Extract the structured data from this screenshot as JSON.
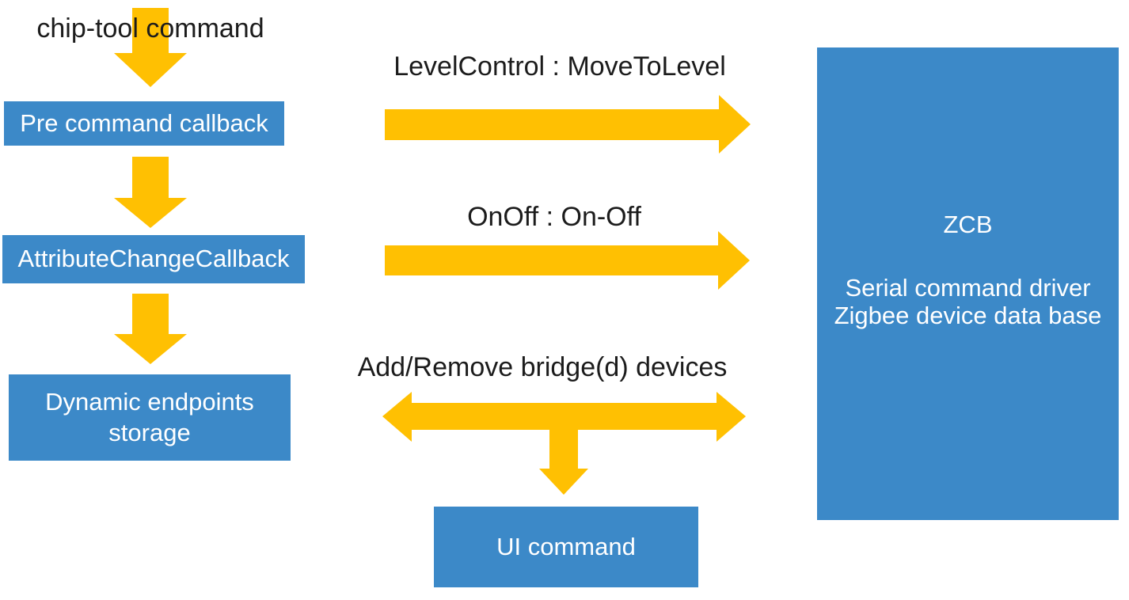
{
  "colors": {
    "box_blue": "#3c89c8",
    "arrow_yellow": "#ffc002",
    "label_black": "#1c1c1c",
    "box_text": "#ffffff"
  },
  "labels": {
    "chip_tool": "chip-tool command",
    "level_control": "LevelControl :  MoveToLevel",
    "onoff": "OnOff :  On-Off",
    "add_remove": "Add/Remove bridge(d) devices"
  },
  "boxes": {
    "pre_command": "Pre command callback",
    "attribute_change": "AttributeChangeCallback",
    "dynamic_endpoints": "Dynamic endpoints storage",
    "ui_command": "UI command",
    "zcb_title": "ZCB",
    "zcb_line1": "Serial command driver",
    "zcb_line2": "Zigbee device data base"
  },
  "connections": [
    {
      "from": "chip-tool command",
      "to": "Pre command callback",
      "type": "down-arrow"
    },
    {
      "from": "Pre command callback",
      "to": "AttributeChangeCallback",
      "type": "down-arrow"
    },
    {
      "from": "AttributeChangeCallback",
      "to": "Dynamic endpoints storage",
      "type": "down-arrow"
    },
    {
      "from": "left column",
      "to": "ZCB",
      "label": "LevelControl :  MoveToLevel",
      "type": "right-arrow"
    },
    {
      "from": "left column",
      "to": "ZCB",
      "label": "OnOff :  On-Off",
      "type": "right-arrow"
    },
    {
      "from": "left column",
      "to": "ZCB",
      "label": "Add/Remove bridge(d) devices",
      "type": "double-arrow-with-down-branch"
    },
    {
      "from": "Add/Remove bridge(d) devices",
      "to": "UI command",
      "type": "down-branch"
    }
  ]
}
